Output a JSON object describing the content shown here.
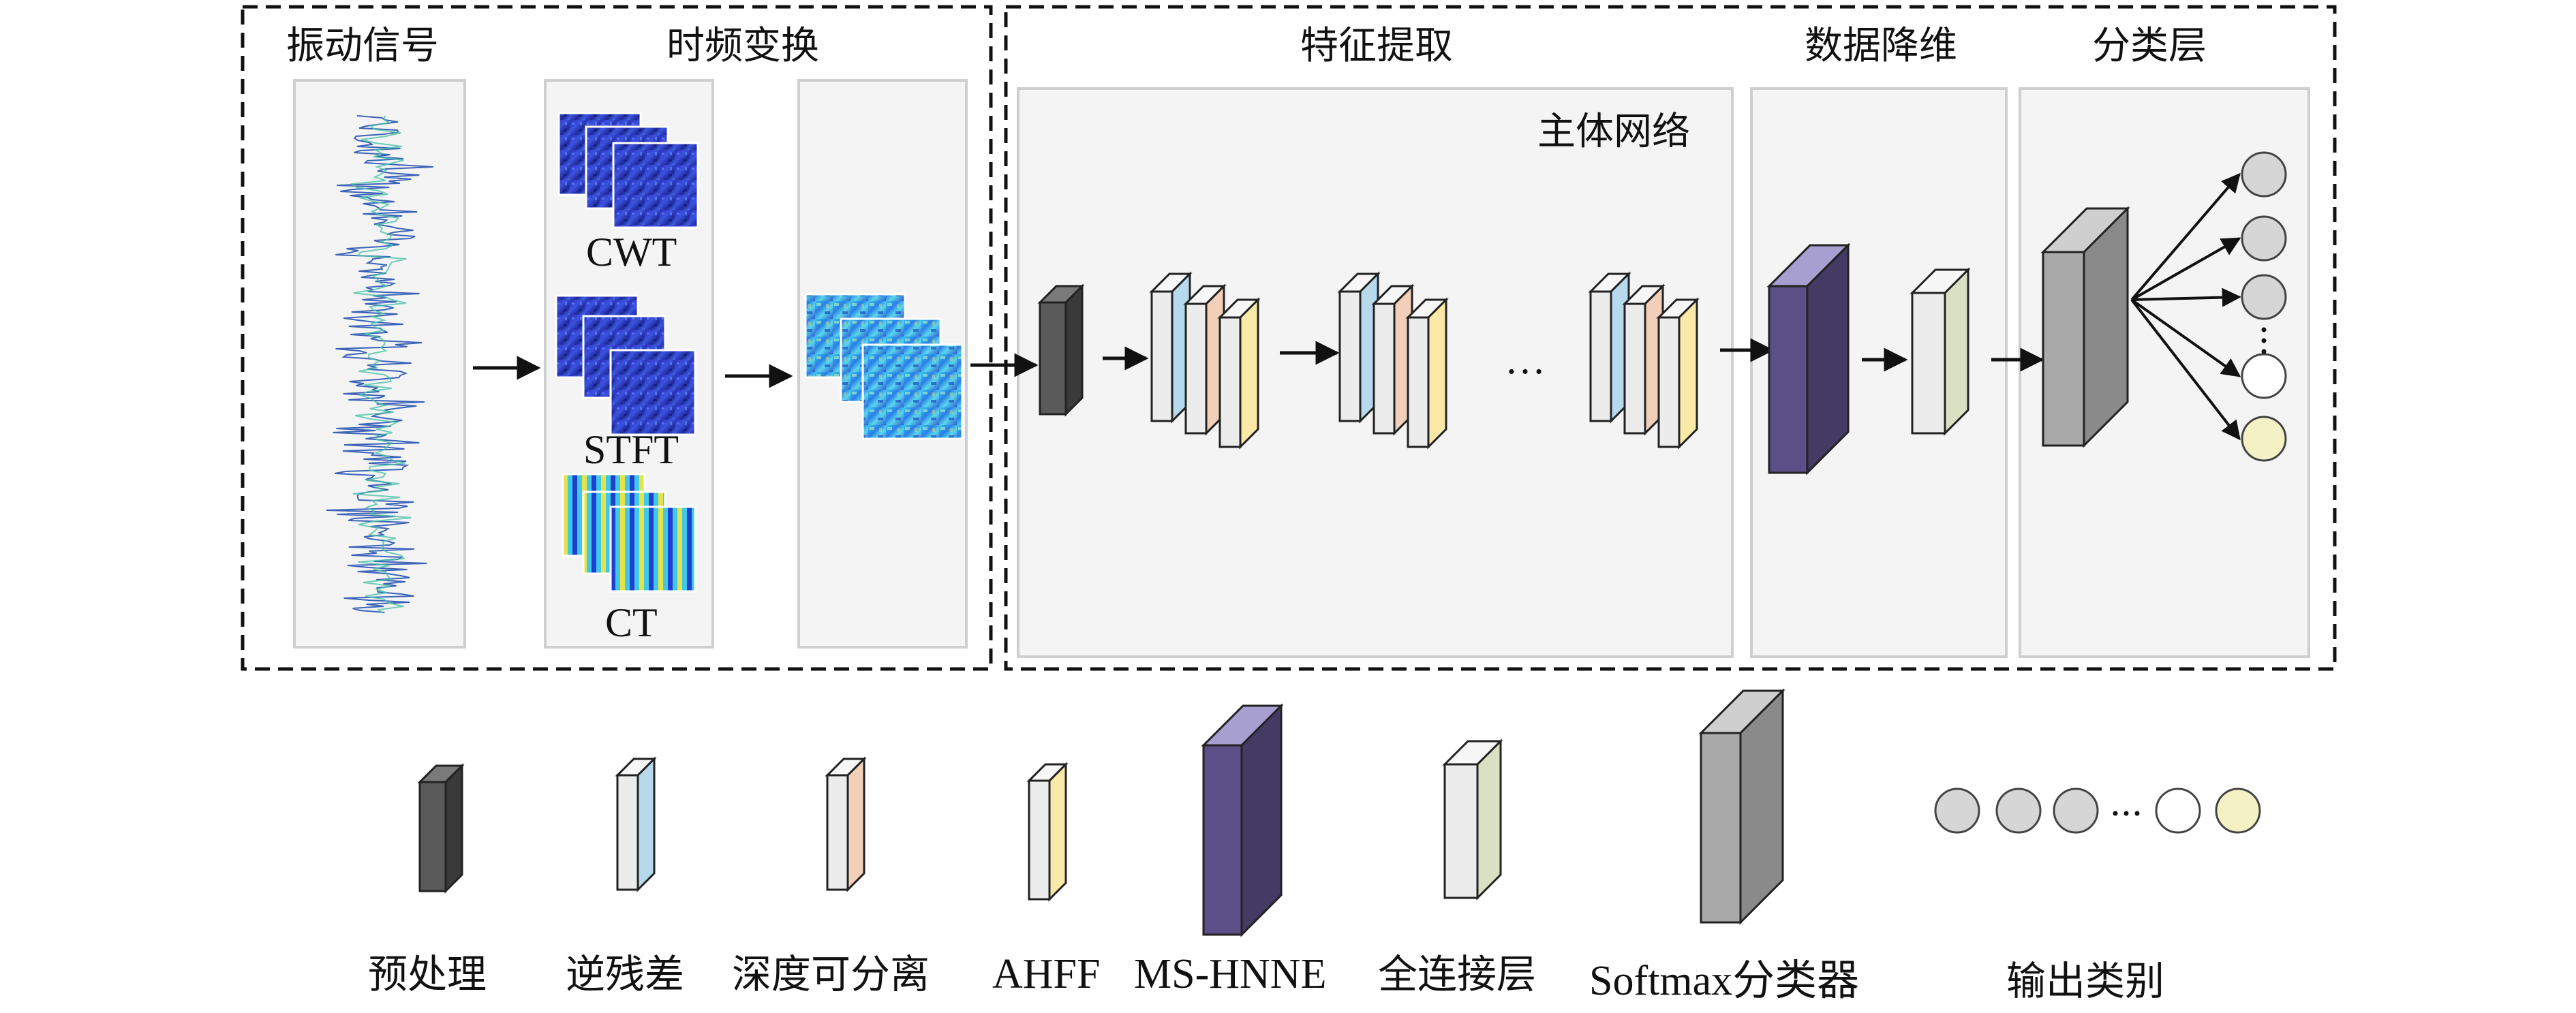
{
  "sections": {
    "vibration": "振动信号",
    "tf_transform": "时频变换",
    "feature_extraction": "特征提取",
    "backbone": "主体网络",
    "dim_reduction": "数据降维",
    "classification": "分类层"
  },
  "transforms": {
    "cwt": "CWT",
    "stft": "STFT",
    "ct": "CT"
  },
  "ellipsis": "…",
  "legend": {
    "preprocess": "预处理",
    "inverse_residual": "逆残差",
    "depthwise": "深度可分离",
    "ahff": "AHFF",
    "mshnne": "MS-HNNE",
    "fc": "全连接层",
    "softmax": "Softmax分类器",
    "output": "输出类别"
  },
  "colors": {
    "preprocess_front": "#5a5a5a",
    "preprocess_side": "#3a3a3a",
    "block_white": "#ececec",
    "inverse_residual": "#b7d9ee",
    "depthwise": "#f2cfb8",
    "ahff": "#fbeaa7",
    "mshnne_front": "#5a4f86",
    "mshnne_top": "#a79fcf",
    "fc_side": "#d9e0c3",
    "softmax_front": "#a9a9a9",
    "softmax_side": "#8a8a8a",
    "node_grey": "#d6d6d6",
    "node_white": "#ffffff",
    "node_yellow": "#f4f2c4"
  }
}
